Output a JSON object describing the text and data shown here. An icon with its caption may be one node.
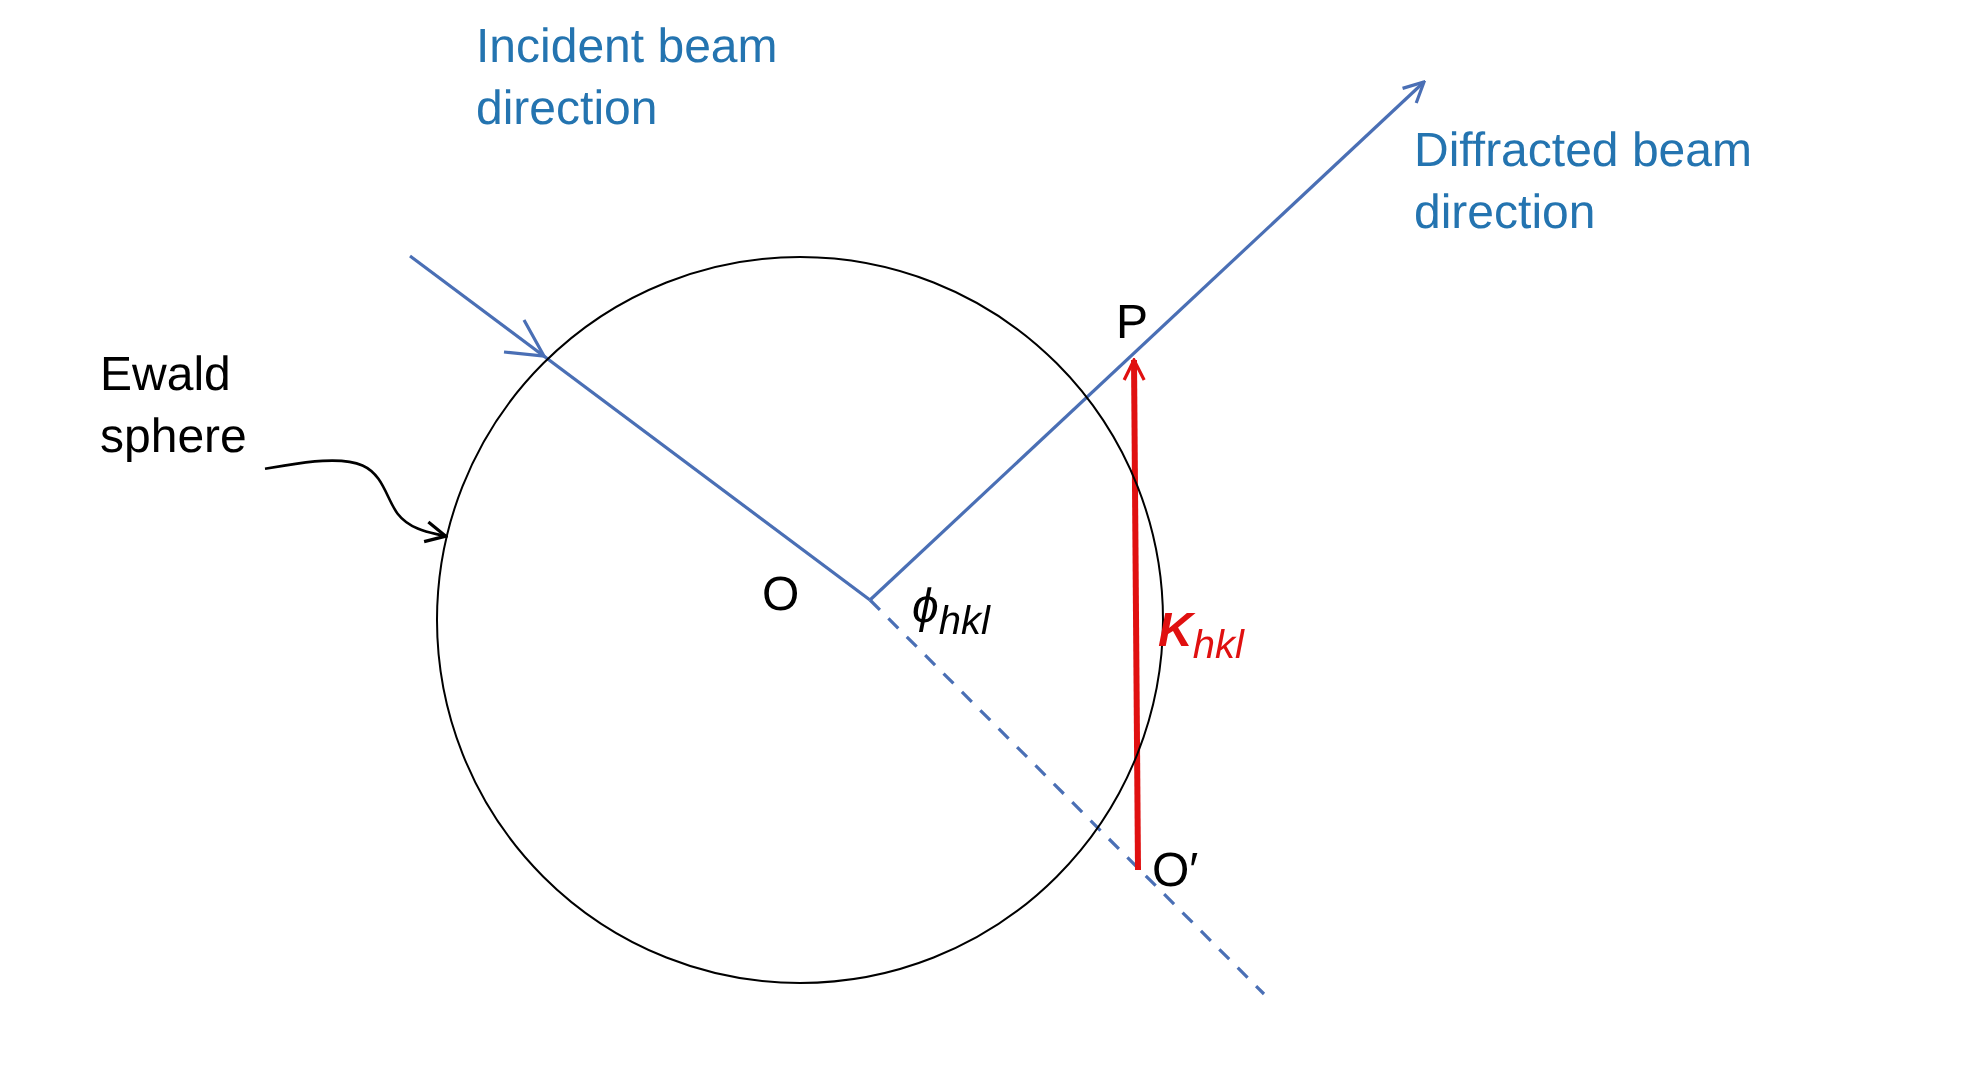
{
  "diagram": {
    "nodes": [
      {
        "text": [
          "Ewald sphere"
        ]
      },
      {
        "text": [],
        "shape": "circle"
      }
    ],
    "edges": [
      {
        "from": 0,
        "to": 1,
        "arrow": "to"
      }
    ],
    "labels": [
      "Incident beam direction",
      "Diffracted beam direction",
      "P",
      "O",
      "ϕ$_{hkl}$",
      "**K**$_{hkl}$",
      "O′"
    ]
  }
}
